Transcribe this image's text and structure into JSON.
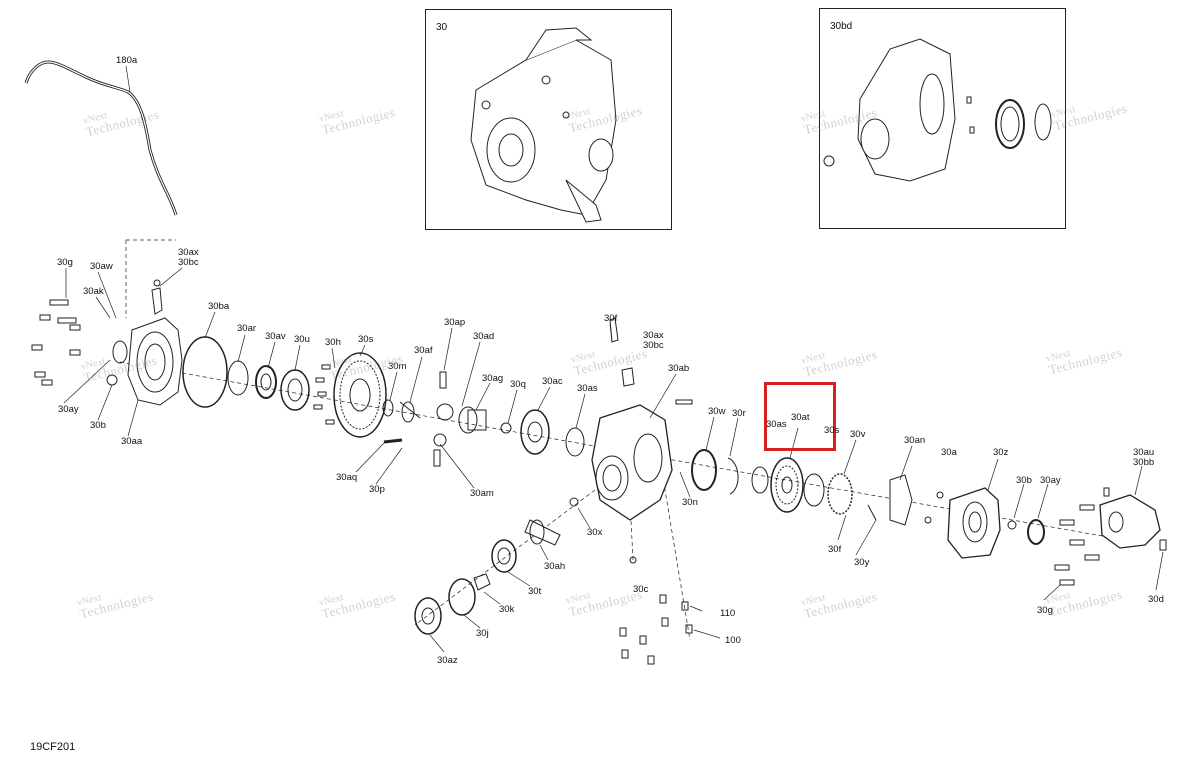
{
  "diagram": {
    "reference_code": "19CF201",
    "highlight_color": "#d42020",
    "inset_main": {
      "title": "30"
    },
    "inset_housing": {
      "title": "30bd"
    },
    "watermark": {
      "line1": "vNext",
      "line2": "Technologies"
    },
    "callouts": {
      "c180a": "180a",
      "c30g": "30g",
      "c30aw": "30aw",
      "c30ak": "30ak",
      "c30ax_l": "30ax",
      "c30bc_l": "30bc",
      "c30ba": "30ba",
      "c30ar": "30ar",
      "c30av": "30av",
      "c30u": "30u",
      "c30h": "30h",
      "c30s": "30s",
      "c30m": "30m",
      "c30af": "30af",
      "c30ap": "30ap",
      "c30ad": "30ad",
      "c30ag": "30ag",
      "c30q": "30q",
      "c30ac": "30ac",
      "c30as_l": "30as",
      "c30f_top": "30f",
      "c30ax_r": "30ax",
      "c30bc_r": "30bc",
      "c30ab": "30ab",
      "c30w": "30w",
      "c30r": "30r",
      "c30as_r": "30as",
      "c30at": "30at",
      "c30e": "30s",
      "c30v": "30v",
      "c30an": "30an",
      "c30a": "30a",
      "c30z": "30z",
      "c30b_r": "30b",
      "c30ay_r": "30ay",
      "c30au": "30au",
      "c30bb": "30bb",
      "c30ay_l": "30ay",
      "c30b_l": "30b",
      "c30aa": "30aa",
      "c30aq": "30aq",
      "c30p": "30p",
      "c30am": "30am",
      "c30n": "30n",
      "c30x": "30x",
      "c30ah": "30ah",
      "c30t": "30t",
      "c30k": "30k",
      "c30j": "30j",
      "c30az": "30az",
      "c30c": "30c",
      "c110": "110",
      "c100": "100",
      "c30f_bot": "30f",
      "c30y": "30y",
      "c30g_r": "30g",
      "c30d": "30d"
    }
  }
}
